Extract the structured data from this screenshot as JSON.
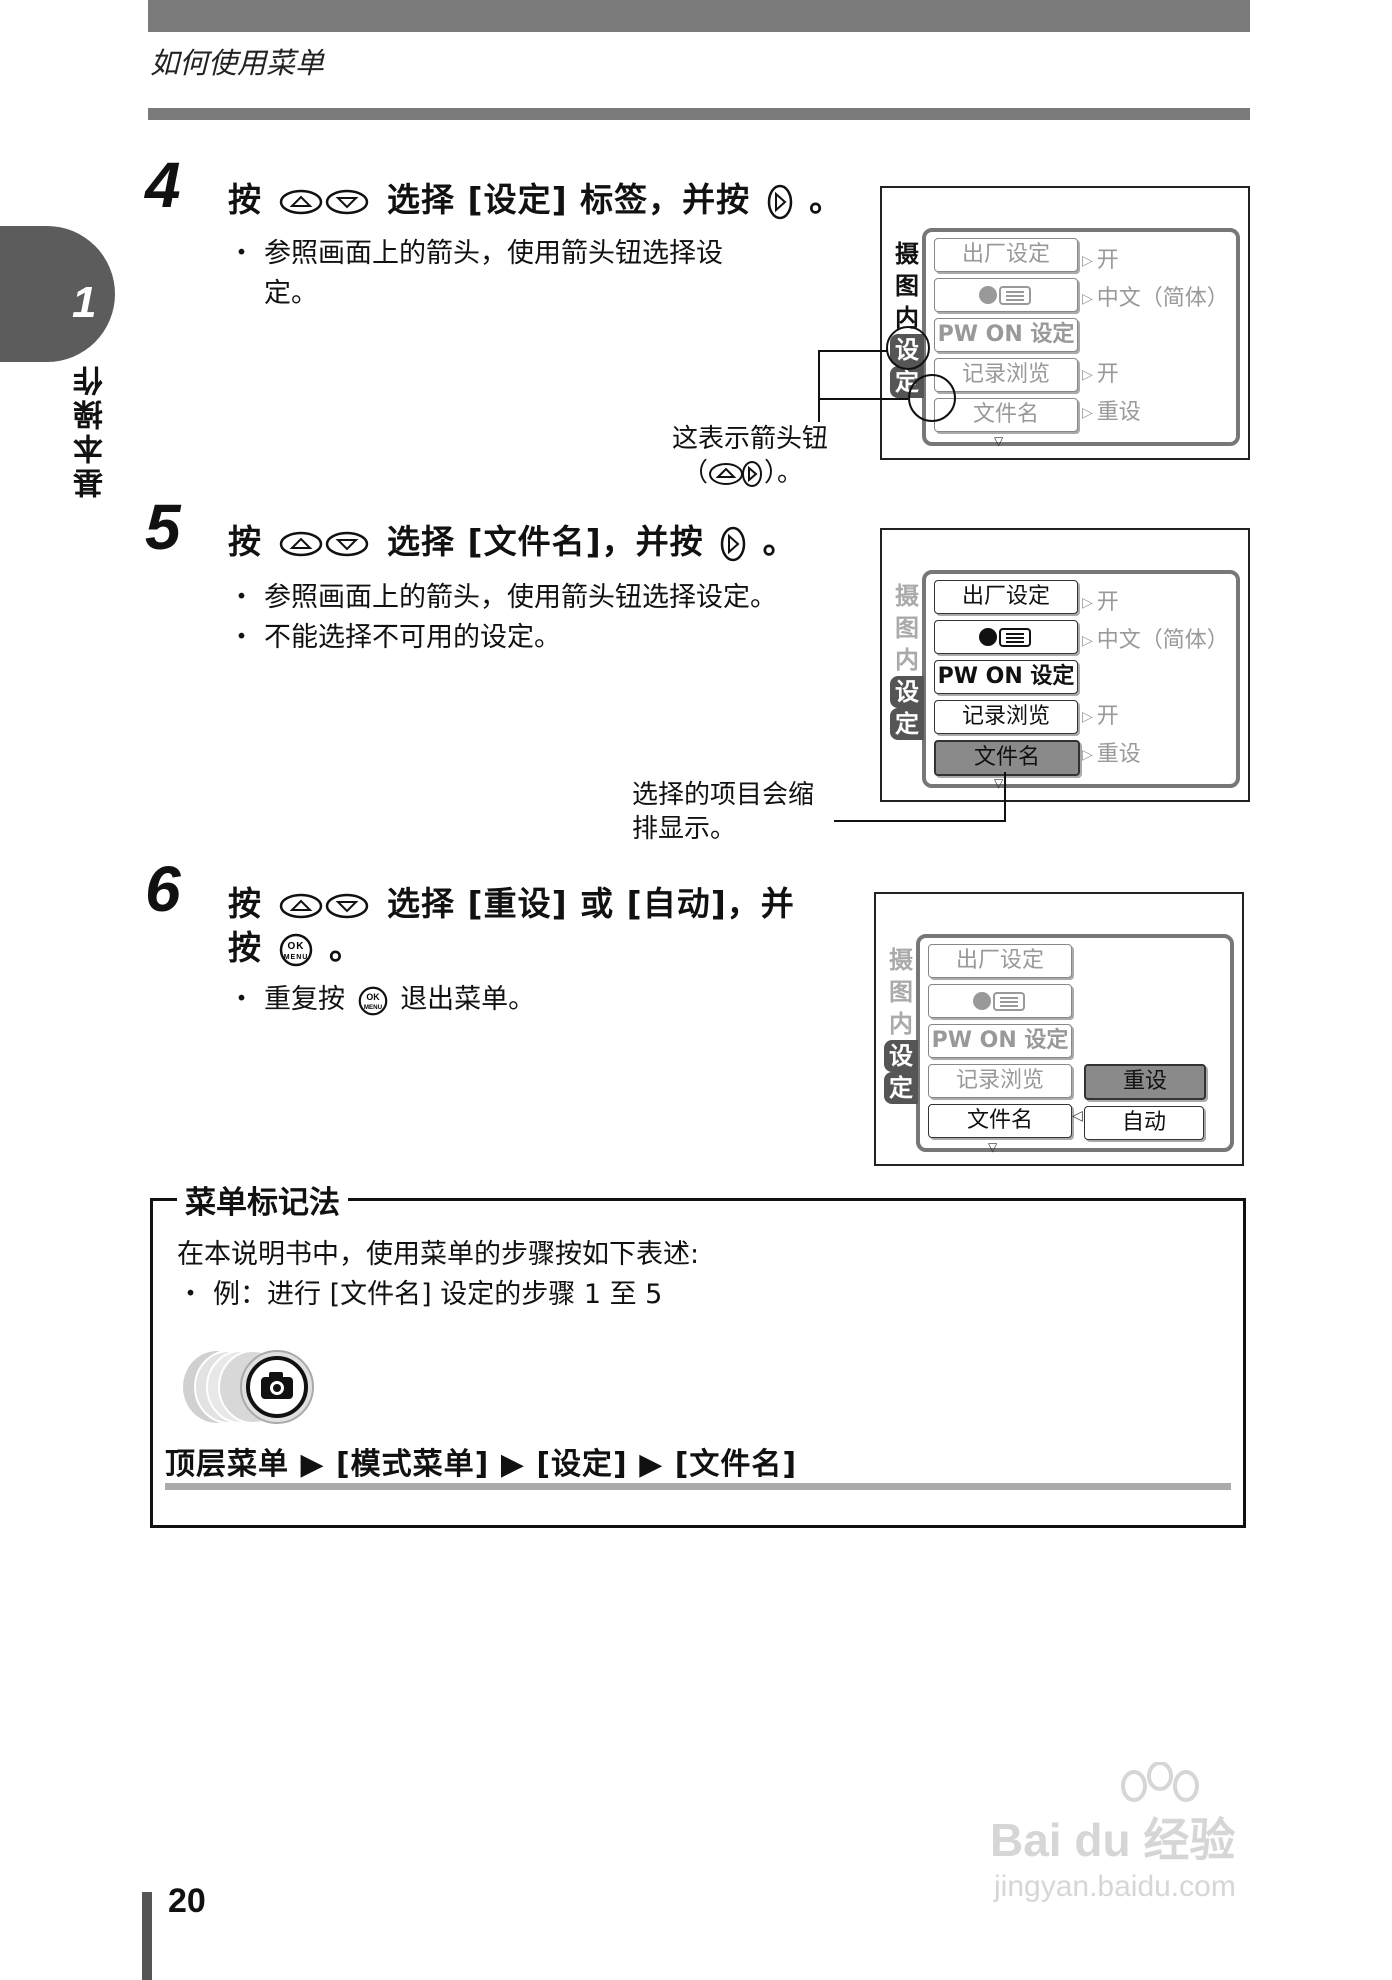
{
  "header": {
    "title": "如何使用菜单"
  },
  "side": {
    "chapter_number": "1",
    "chapter_label": "基本操作"
  },
  "steps": [
    {
      "number": "4",
      "pre": "按",
      "mid": "选择 [设定] 标签，并按",
      "post": "。",
      "bullets": [
        "参照画面上的箭头，使用箭头钮选择设",
        "定。"
      ]
    },
    {
      "number": "5",
      "pre": "按",
      "mid": "选择 [文件名]，并按",
      "post": "。",
      "bullets": [
        "参照画面上的箭头，使用箭头钮选择设定。",
        "不能选择不可用的设定。"
      ]
    },
    {
      "number": "6",
      "pre": "按",
      "mid": "选择 [重设] 或 [自动]，并",
      "line2_pre": "按",
      "post": "。",
      "bullets_pre": "重复按",
      "bullets_post": "退出菜单。"
    }
  ],
  "callouts": {
    "arrow_line1": "这表示箭头钮",
    "arrow_line2_open": "（",
    "arrow_line2_close": "）。",
    "selected_line1": "选择的项目会缩",
    "selected_line2": "排显示。"
  },
  "screen": {
    "tabs": [
      "摄",
      "图",
      "内",
      "设",
      "定"
    ],
    "items": [
      "出厂设定",
      "",
      "PW ON 设定",
      "记录浏览",
      "文件名"
    ],
    "values": [
      "开",
      "中文（简体）",
      "",
      "开",
      "重设"
    ],
    "options": [
      "重设",
      "自动"
    ],
    "ok_label": "OK",
    "menu_label": "MENU"
  },
  "note": {
    "title": "菜单标记法",
    "line1": "在本说明书中，使用菜单的步骤按如下表述:",
    "bullet": "例：进行 [文件名] 设定的步骤 1 至 5",
    "path": "顶层菜单 ▶ [模式菜单] ▶ [设定] ▶ [文件名]"
  },
  "footer": {
    "page_number": "20"
  },
  "watermark": {
    "brand": "Bai du 经验",
    "url": "jingyan.baidu.com"
  }
}
